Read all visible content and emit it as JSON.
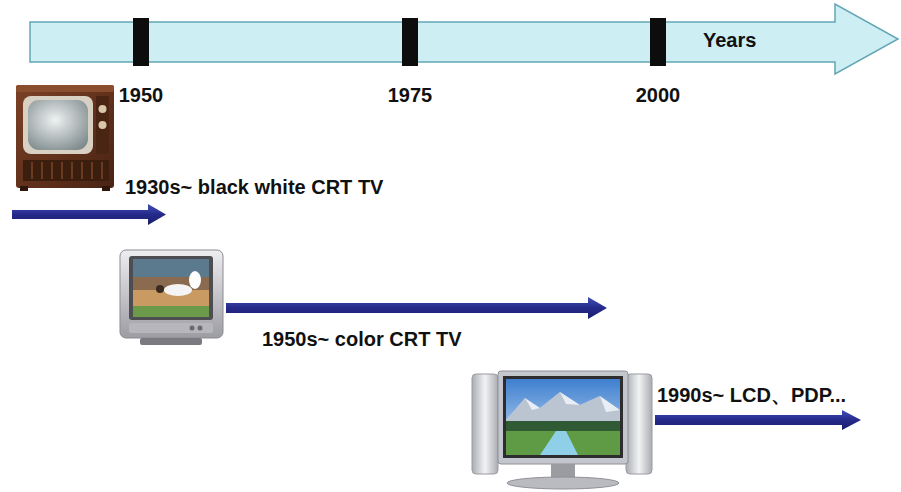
{
  "diagram": {
    "nodes": [
      {
        "text": [
          "Years"
        ]
      }
    ],
    "labels": [
      "1950",
      "1975",
      "2000",
      "1930s~ black white CRT TV",
      "1950s~ color CRT TV",
      "1990s~ LCD、PDP..."
    ]
  }
}
